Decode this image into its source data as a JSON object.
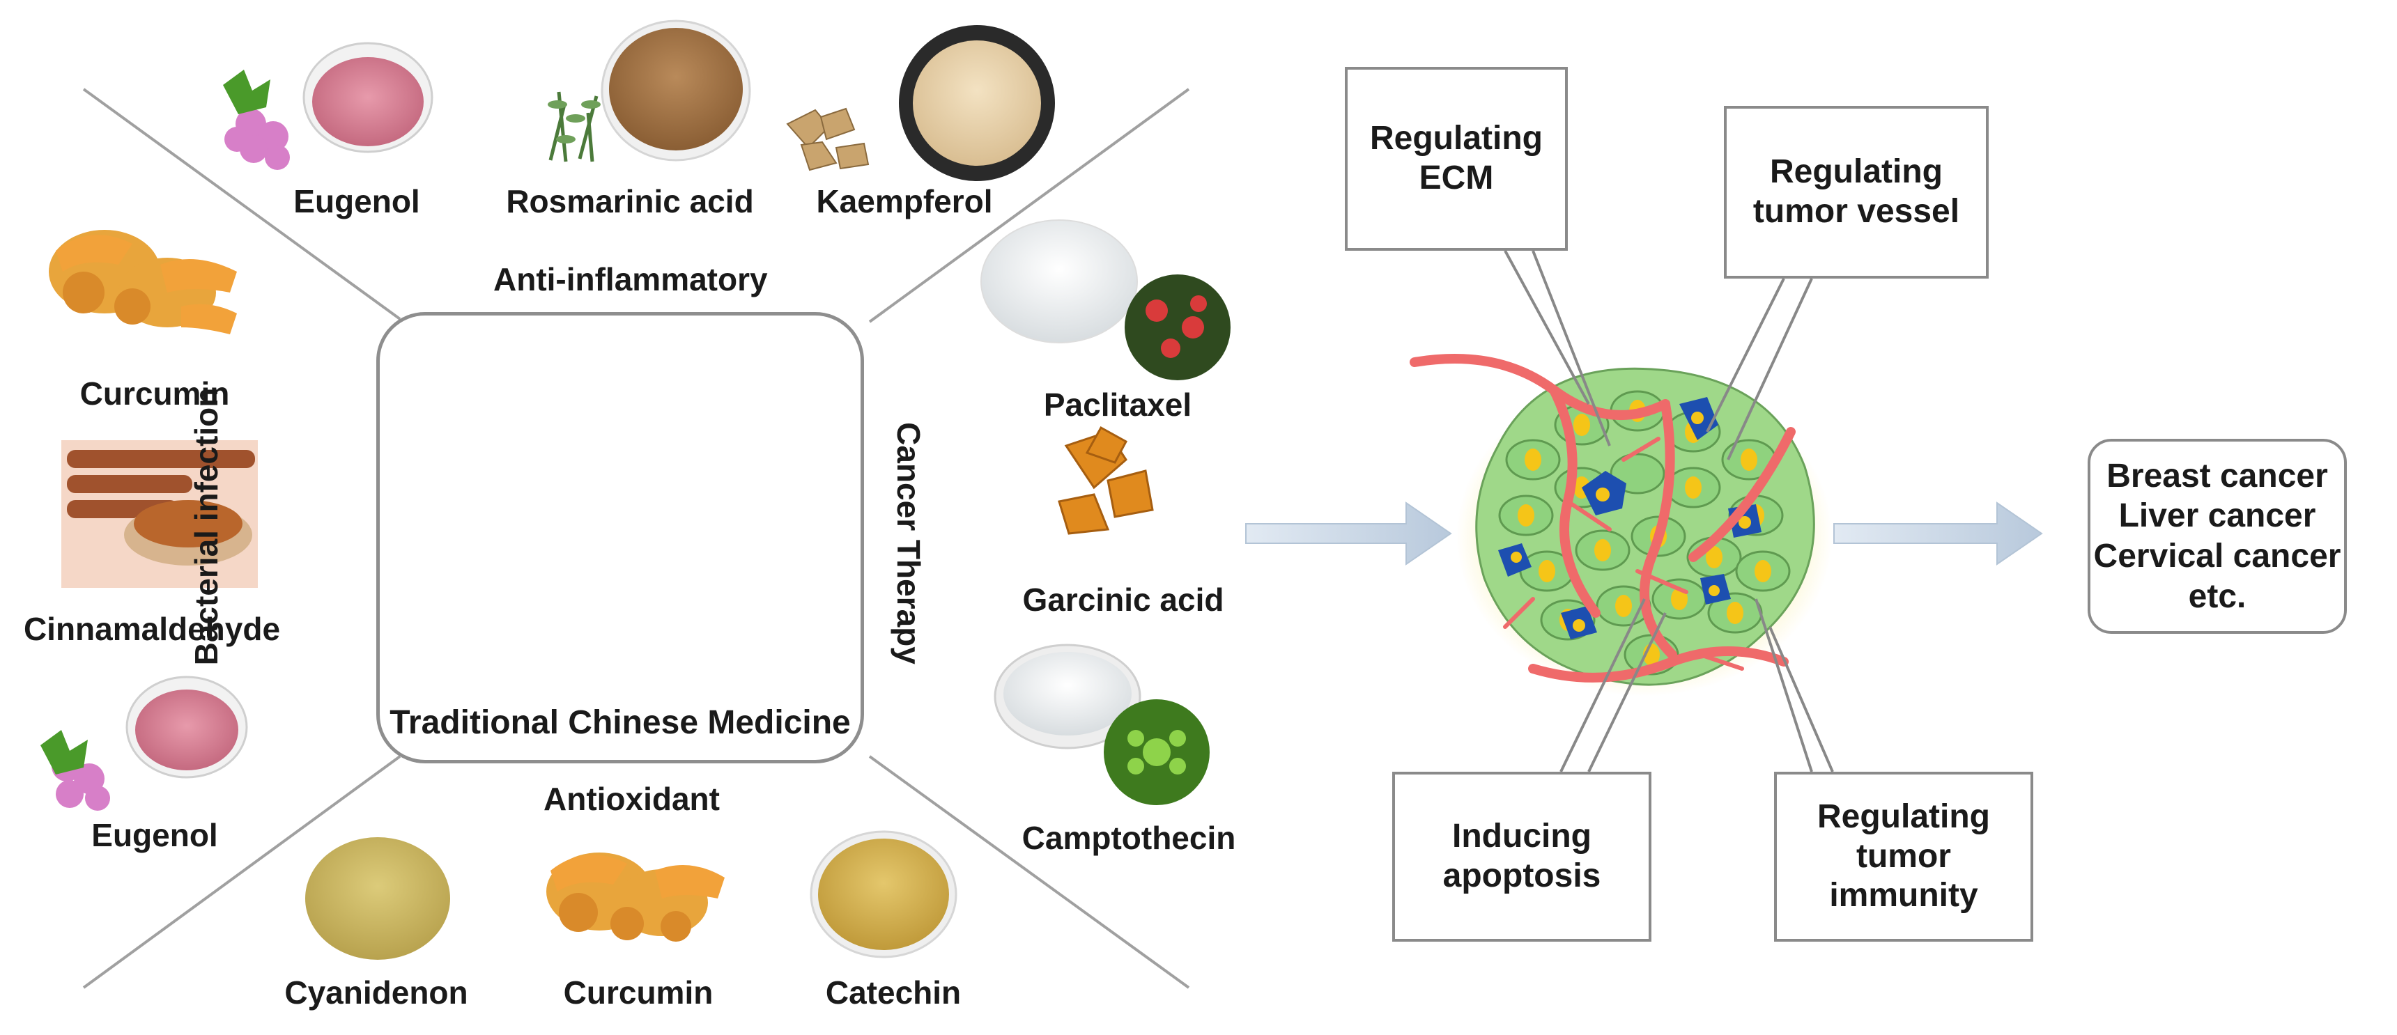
{
  "center": {
    "title": "Traditional Chinese Medicine"
  },
  "categories": {
    "top": "Anti-inflammatory",
    "bottom": "Antioxidant",
    "left": "Bacterial infection",
    "right": "Cancer Therapy"
  },
  "compounds": {
    "top": [
      "Eugenol",
      "Rosmarinic acid",
      "Kaempferol"
    ],
    "left": [
      "Curcumin",
      "Cinnamaldehyde",
      "Eugenol"
    ],
    "right": [
      "Paclitaxel",
      "Garcinic acid",
      "Camptothecin"
    ],
    "bottom": [
      "Cyanidenon",
      "Curcumin",
      "Catechin"
    ]
  },
  "mechanisms": {
    "ecm": [
      "Regulating",
      "ECM"
    ],
    "vessel": [
      "Regulating",
      "tumor vessel"
    ],
    "apoptosis": [
      "Inducing",
      "apoptosis"
    ],
    "immunity": [
      "Regulating",
      "tumor",
      "immunity"
    ]
  },
  "outcomes": [
    "Breast cancer",
    "Liver cancer",
    "Cervical cancer",
    "etc."
  ],
  "colors": {
    "divider": "#a0a0a0",
    "box_border": "#8a8a8a",
    "arrow": "#c9d7e6",
    "vessel": "#ef6a6a",
    "cell_green": "#8fd27e",
    "nucleus_yellow": "#f5c518",
    "nucleus_blue": "#1d4fb0",
    "halo": "#fdf3c0",
    "pink_powder": "#d9889a",
    "orange": "#f39c12"
  },
  "icons": [
    "petri-dish-icon",
    "herb-icon",
    "powder-bowl-icon",
    "tumor-illustration"
  ]
}
